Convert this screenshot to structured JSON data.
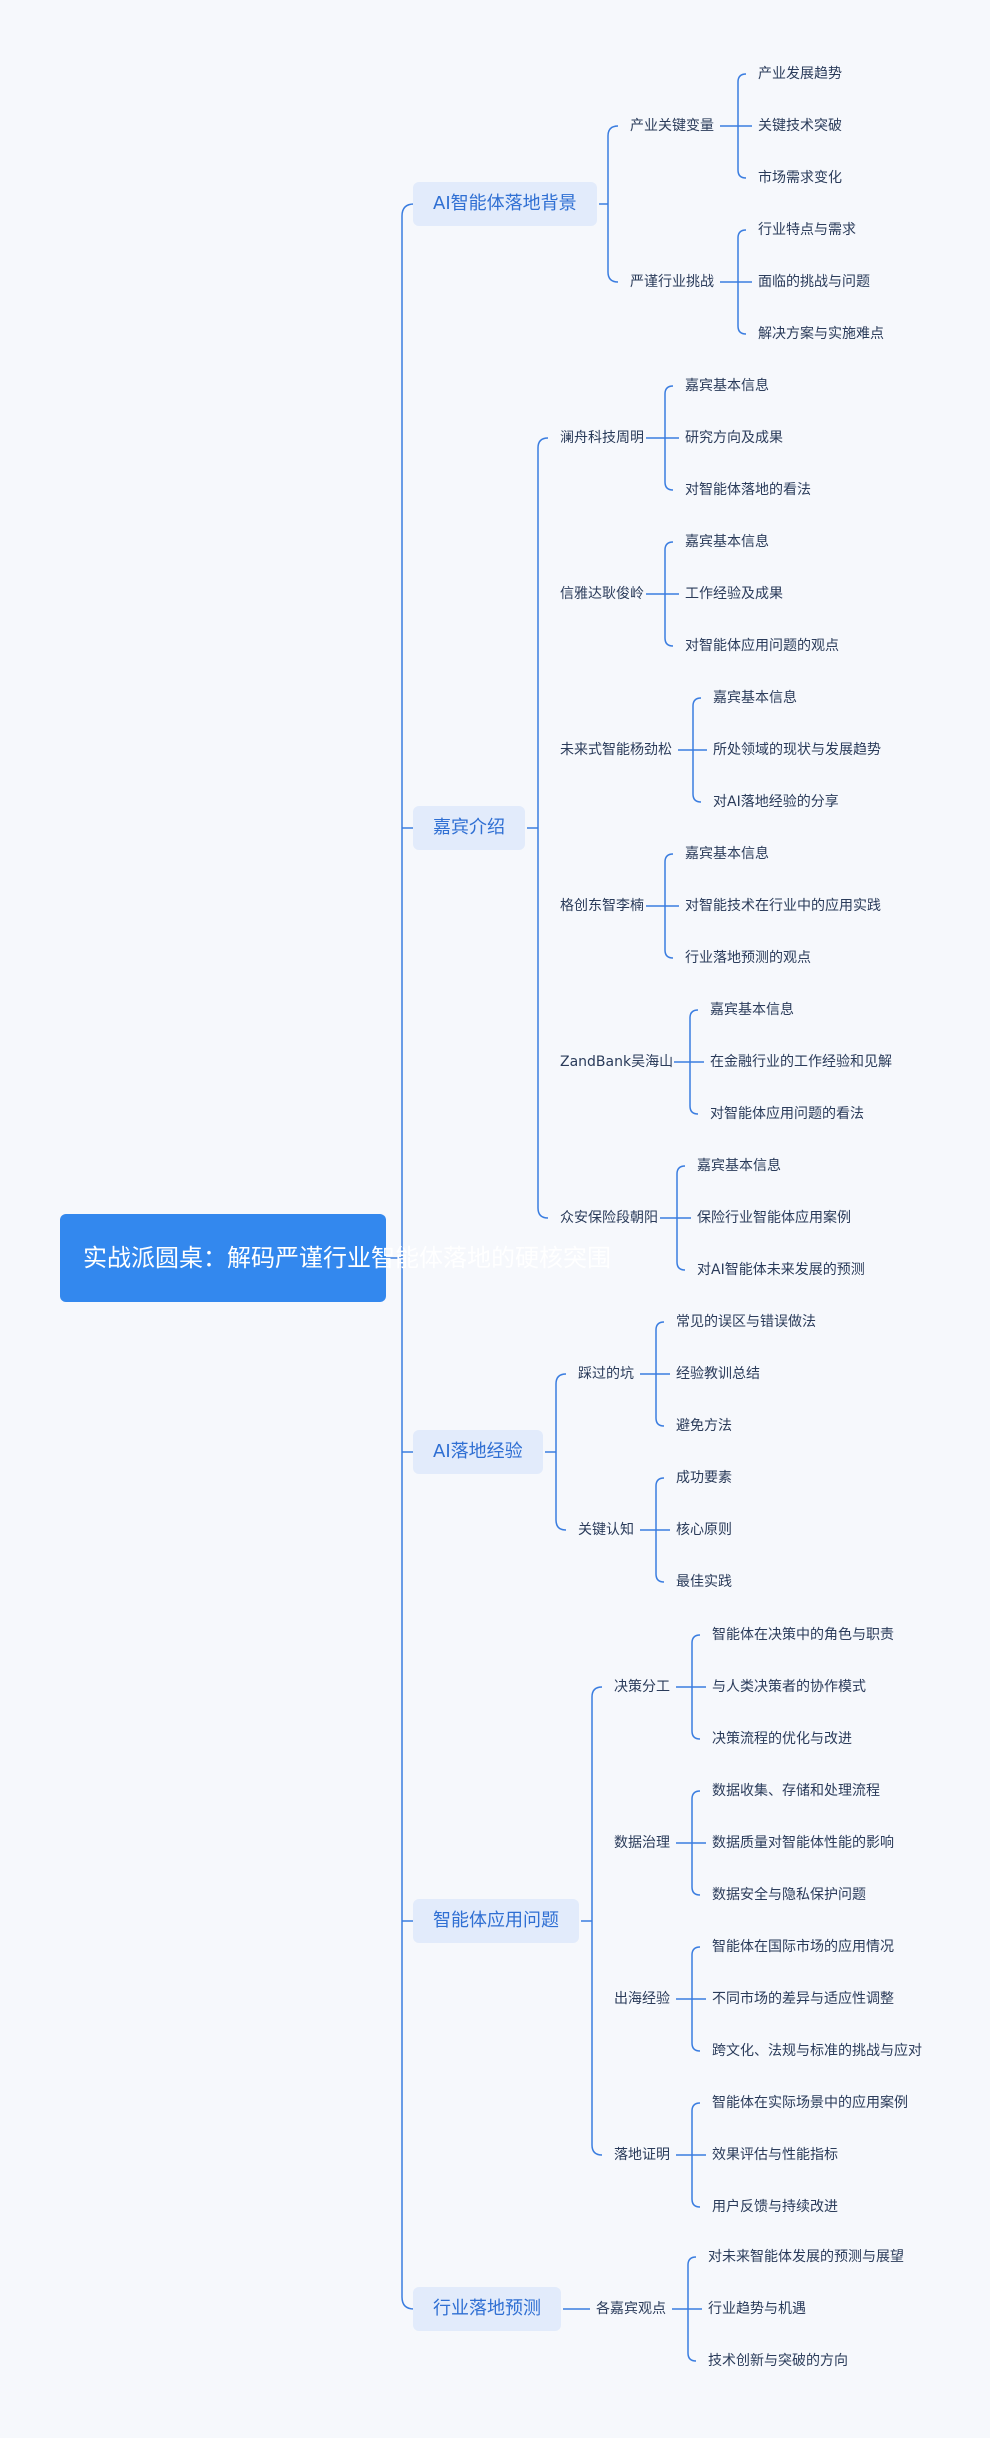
{
  "colors": {
    "line": "#3a7de0",
    "root_bg": "#3388ee",
    "l1_bg": "#e2ebfb",
    "l1_text": "#2f6fd3",
    "text": "#2a3b5a"
  },
  "root": {
    "label": "实战派圆桌：解码严谨行业智能体落地的硬核突围"
  },
  "branches": [
    {
      "label": "AI智能体落地背景",
      "children": [
        {
          "label": "产业关键变量",
          "children": [
            "产业发展趋势",
            "关键技术突破",
            "市场需求变化"
          ]
        },
        {
          "label": "严谨行业挑战",
          "children": [
            "行业特点与需求",
            "面临的挑战与问题",
            "解决方案与实施难点"
          ]
        }
      ]
    },
    {
      "label": "嘉宾介绍",
      "children": [
        {
          "label": "澜舟科技周明",
          "children": [
            "嘉宾基本信息",
            "研究方向及成果",
            "对智能体落地的看法"
          ]
        },
        {
          "label": "信雅达耿俊岭",
          "children": [
            "嘉宾基本信息",
            "工作经验及成果",
            "对智能体应用问题的观点"
          ]
        },
        {
          "label": "未来式智能杨劲松",
          "children": [
            "嘉宾基本信息",
            "所处领域的现状与发展趋势",
            "对AI落地经验的分享"
          ]
        },
        {
          "label": "格创东智李楠",
          "children": [
            "嘉宾基本信息",
            "对智能技术在行业中的应用实践",
            "行业落地预测的观点"
          ]
        },
        {
          "label": "ZandBank吴海山",
          "children": [
            "嘉宾基本信息",
            "在金融行业的工作经验和见解",
            "对智能体应用问题的看法"
          ]
        },
        {
          "label": "众安保险段朝阳",
          "children": [
            "嘉宾基本信息",
            "保险行业智能体应用案例",
            "对AI智能体未来发展的预测"
          ]
        }
      ]
    },
    {
      "label": "AI落地经验",
      "children": [
        {
          "label": "踩过的坑",
          "children": [
            "常见的误区与错误做法",
            "经验教训总结",
            "避免方法"
          ]
        },
        {
          "label": "关键认知",
          "children": [
            "成功要素",
            "核心原则",
            "最佳实践"
          ]
        }
      ]
    },
    {
      "label": "智能体应用问题",
      "children": [
        {
          "label": "决策分工",
          "children": [
            "智能体在决策中的角色与职责",
            "与人类决策者的协作模式",
            "决策流程的优化与改进"
          ]
        },
        {
          "label": "数据治理",
          "children": [
            "数据收集、存储和处理流程",
            "数据质量对智能体性能的影响",
            "数据安全与隐私保护问题"
          ]
        },
        {
          "label": "出海经验",
          "children": [
            "智能体在国际市场的应用情况",
            "不同市场的差异与适应性调整",
            "跨文化、法规与标准的挑战与应对"
          ]
        },
        {
          "label": "落地证明",
          "children": [
            "智能体在实际场景中的应用案例",
            "效果评估与性能指标",
            "用户反馈与持续改进"
          ]
        }
      ]
    },
    {
      "label": "行业落地预测",
      "children": [
        {
          "label": "各嘉宾观点",
          "children": [
            "对未来智能体发展的预测与展望",
            "行业趋势与机遇",
            "技术创新与突破的方向"
          ]
        }
      ]
    }
  ]
}
